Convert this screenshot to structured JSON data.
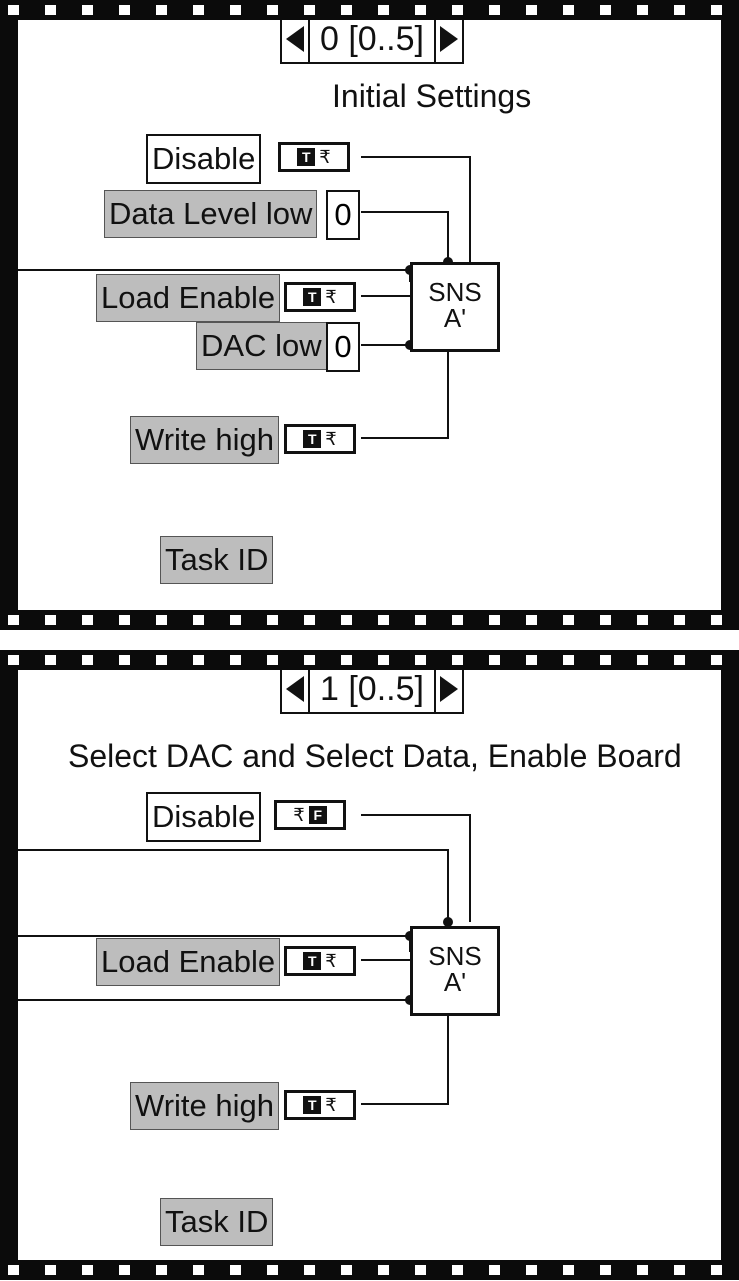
{
  "frames": [
    {
      "selector": "0 [0..5]",
      "comment": "Initial Settings",
      "labels": {
        "disable": "Disable",
        "data_level_low": "Data Level low",
        "load_enable": "Load Enable",
        "dac_low": "DAC low",
        "write_high": "Write high",
        "task_id": "Task ID"
      },
      "constants": {
        "data_level_low": "0",
        "dac_low": "0"
      },
      "booleans": {
        "disable": "T",
        "load_enable": "T",
        "write_high": "T"
      },
      "vi_icon": {
        "line1": "SNS",
        "line2": "A'"
      }
    },
    {
      "selector": "1 [0..5]",
      "comment": "Select DAC and Select Data, Enable Board",
      "labels": {
        "disable": "Disable",
        "load_enable": "Load Enable",
        "write_high": "Write high",
        "task_id": "Task ID"
      },
      "booleans": {
        "disable": "F",
        "load_enable": "T",
        "write_high": "T"
      },
      "vi_icon": {
        "line1": "SNS",
        "line2": "A'"
      }
    }
  ]
}
